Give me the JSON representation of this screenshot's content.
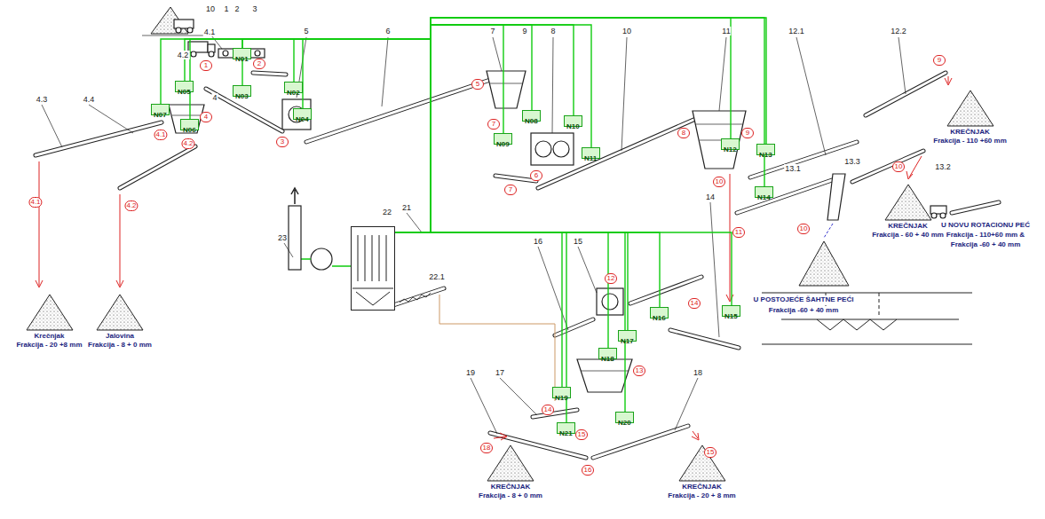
{
  "diagram": {
    "nodes": [
      {
        "text": [
          "N01"
        ]
      },
      {
        "text": [
          "N02"
        ]
      },
      {
        "text": [
          "N03"
        ]
      },
      {
        "text": [
          "N04"
        ]
      },
      {
        "text": [
          "N05"
        ]
      },
      {
        "text": [
          "N06"
        ]
      },
      {
        "text": [
          "N07"
        ]
      },
      {
        "text": [
          "N08"
        ]
      },
      {
        "text": [
          "N09"
        ]
      },
      {
        "text": [
          "N10"
        ]
      },
      {
        "text": [
          "N11"
        ]
      },
      {
        "text": [
          "N12"
        ]
      },
      {
        "text": [
          "N13"
        ]
      },
      {
        "text": [
          "N14"
        ]
      },
      {
        "text": [
          "N15"
        ]
      },
      {
        "text": [
          "N16"
        ]
      },
      {
        "text": [
          "N17"
        ]
      },
      {
        "text": [
          "N18"
        ]
      },
      {
        "text": [
          "N19"
        ]
      },
      {
        "text": [
          "N20"
        ]
      },
      {
        "text": [
          "N21"
        ]
      },
      {
        "text": [
          "22"
        ]
      },
      {
        "text": [
          "Krečnjak",
          "Frakcija - 20 +8 mm"
        ]
      },
      {
        "text": [
          "Jalovina",
          "Frakcija - 8 + 0 mm"
        ]
      },
      {
        "text": [
          "KREČNJAK",
          "Frakcija - 110 +60 mm"
        ]
      },
      {
        "text": [
          "KREČNJAK",
          "Frakcija - 60 + 40 mm"
        ]
      },
      {
        "text": [
          "KREČNJAK",
          "Frakcija - 8 + 0 mm"
        ]
      },
      {
        "text": [
          "KREČNJAK",
          "Frakcija - 20 + 8 mm"
        ]
      }
    ],
    "edges": [
      {
        "from": 0,
        "to": 21,
        "arrow": "none"
      },
      {
        "from": 1,
        "to": 21,
        "arrow": "none"
      },
      {
        "from": 2,
        "to": 21,
        "arrow": "none"
      },
      {
        "from": 3,
        "to": 21,
        "arrow": "none"
      },
      {
        "from": 4,
        "to": 21,
        "arrow": "none"
      },
      {
        "from": 5,
        "to": 21,
        "arrow": "none"
      },
      {
        "from": 6,
        "to": 21,
        "arrow": "none"
      },
      {
        "from": 7,
        "to": 21,
        "arrow": "none"
      },
      {
        "from": 8,
        "to": 21,
        "arrow": "none"
      },
      {
        "from": 9,
        "to": 21,
        "arrow": "none"
      },
      {
        "from": 10,
        "to": 21,
        "arrow": "none"
      },
      {
        "from": 11,
        "to": 21,
        "arrow": "none"
      },
      {
        "from": 12,
        "to": 21,
        "arrow": "none"
      },
      {
        "from": 13,
        "to": 21,
        "arrow": "none"
      },
      {
        "from": 14,
        "to": 21,
        "arrow": "none"
      },
      {
        "from": 15,
        "to": 21,
        "arrow": "none"
      },
      {
        "from": 16,
        "to": 21,
        "arrow": "none"
      },
      {
        "from": 17,
        "to": 21,
        "arrow": "none"
      },
      {
        "from": 18,
        "to": 21,
        "arrow": "none"
      },
      {
        "from": 19,
        "to": 21,
        "arrow": "none"
      },
      {
        "from": 20,
        "to": 21,
        "arrow": "none"
      }
    ],
    "labels": [
      "10",
      "1",
      "2",
      "3",
      "4.1",
      "4.2",
      "4.3",
      "4.4",
      "4",
      "5",
      "6",
      "7",
      "9",
      "8",
      "10",
      "11",
      "12.1",
      "12.2",
      "13.1",
      "13.3",
      "13.2",
      "14",
      "16",
      "15",
      "19",
      "17",
      "18",
      "21",
      "22.1",
      "23",
      "1",
      "2",
      "3",
      "4",
      "4.1",
      "4.2",
      "4.1",
      "4.2",
      "5",
      "7",
      "6",
      "7",
      "8",
      "9",
      "10",
      "11",
      "9",
      "10",
      "10",
      "14",
      "12",
      "13",
      "14",
      "15",
      "16",
      "18",
      "15",
      "U NOVU ROTACIONU PEĆ",
      "Frakcija - 110+60 mm &",
      "Frakcija -60 + 40 mm",
      "U POSTOJEĆE ŠAHTNE PEĆI",
      "Frakcija -60 + 40 mm"
    ]
  }
}
